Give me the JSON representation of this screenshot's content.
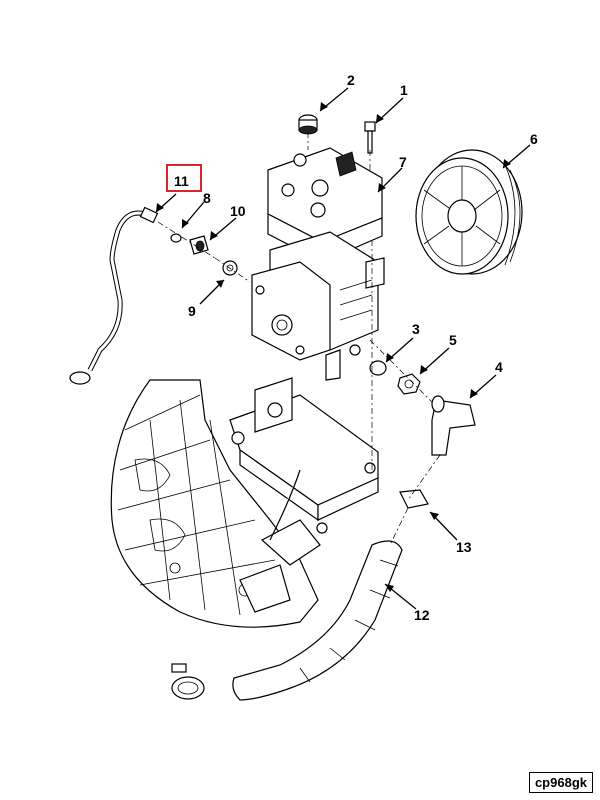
{
  "diagram": {
    "callouts": {
      "c1": "1",
      "c2": "2",
      "c3": "3",
      "c4": "4",
      "c5": "5",
      "c6": "6",
      "c7": "7",
      "c8": "8",
      "c9": "9",
      "c10": "10",
      "c11": "11",
      "c12": "12",
      "c13": "13"
    },
    "highlighted_callout": "11",
    "highlight_color": "#d9232d",
    "figure_code": "cp968gk"
  }
}
